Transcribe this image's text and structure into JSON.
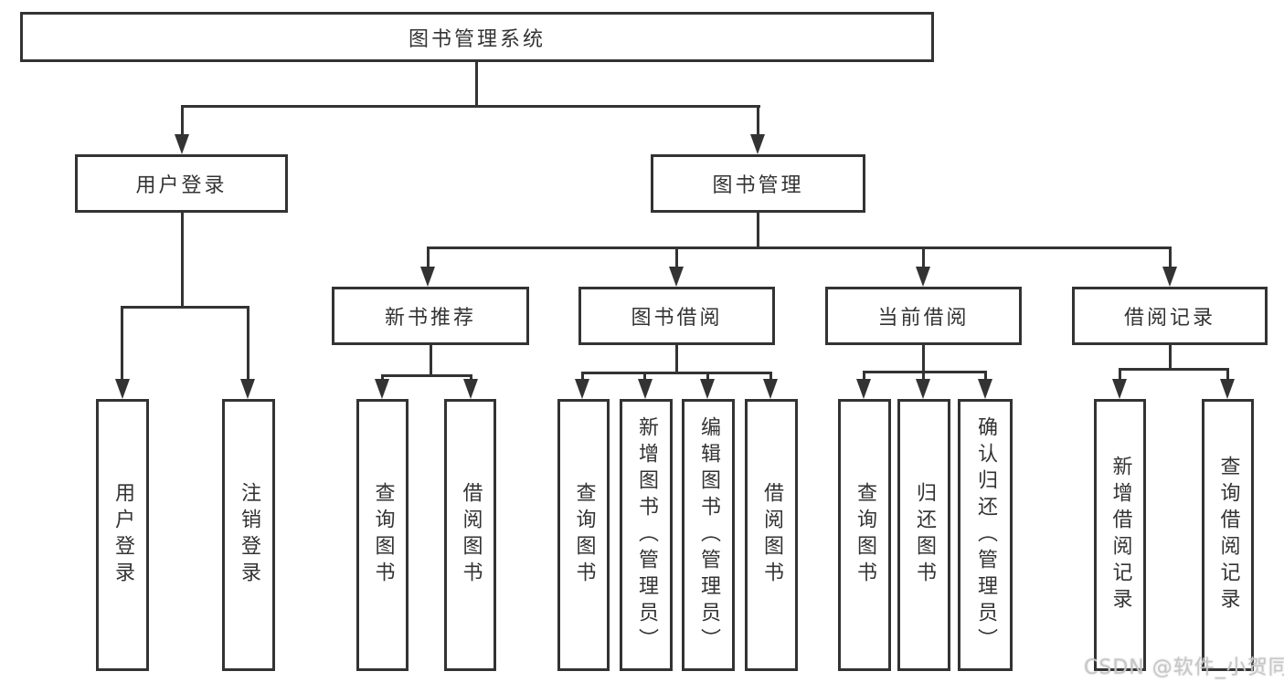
{
  "diagram": {
    "root": {
      "label": "图书管理系统"
    },
    "branches": [
      {
        "label": "用户登录",
        "leaves": [
          {
            "label": "用户登录"
          },
          {
            "label": "注销登录"
          }
        ]
      },
      {
        "label": "图书管理",
        "groups": [
          {
            "label": "新书推荐",
            "leaves": [
              {
                "label": "查询图书"
              },
              {
                "label": "借阅图书"
              }
            ]
          },
          {
            "label": "图书借阅",
            "leaves": [
              {
                "label": "查询图书"
              },
              {
                "label": "新增图书（管理员）"
              },
              {
                "label": "编辑图书（管理员）"
              },
              {
                "label": "借阅图书"
              }
            ]
          },
          {
            "label": "当前借阅",
            "leaves": [
              {
                "label": "查询图书"
              },
              {
                "label": "归还图书"
              },
              {
                "label": "确认归还（管理员）"
              }
            ]
          },
          {
            "label": "借阅记录",
            "leaves": [
              {
                "label": "新增借阅记录"
              },
              {
                "label": "查询借阅记录"
              }
            ]
          }
        ]
      }
    ]
  },
  "watermark": {
    "text": "CSDN @软件_小贺同学"
  },
  "colors": {
    "line": "#333333",
    "text": "#333333",
    "box_fill": "#ffffff",
    "background": "#ffffff",
    "watermark": "#c6c6c6"
  }
}
